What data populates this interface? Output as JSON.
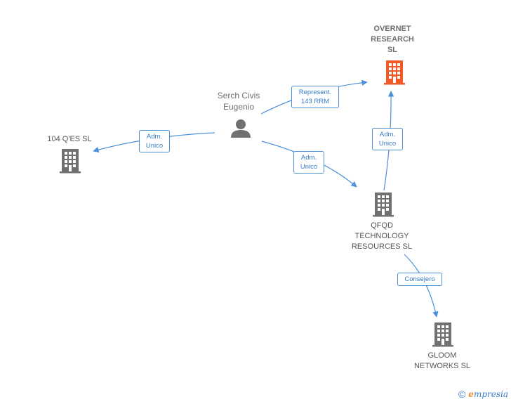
{
  "colors": {
    "edge": "#4a90d9",
    "company_icon": "#707070",
    "highlight_icon": "#f05a28",
    "person_icon": "#707070"
  },
  "nodes": {
    "overnet": {
      "label": "OVERNET\nRESEARCH\nSL",
      "icon": "building-icon",
      "highlight": true
    },
    "serch": {
      "label": "Serch Civis\nEugenio",
      "icon": "person-icon"
    },
    "q_es": {
      "label": "104 Q'ES SL",
      "icon": "building-icon"
    },
    "qfqd": {
      "label": "QFQD\nTECHNOLOGY\nRESOURCES SL",
      "icon": "building-icon"
    },
    "gloom": {
      "label": "GLOOM\nNETWORKS  SL",
      "icon": "building-icon"
    }
  },
  "edges": {
    "represent": {
      "label": "Represent.\n143 RRM"
    },
    "adm_qes": {
      "label": "Adm.\nUnico"
    },
    "adm_qfqd": {
      "label": "Adm.\nUnico"
    },
    "adm_overnet": {
      "label": "Adm.\nUnico"
    },
    "consejero": {
      "label": "Consejero"
    }
  },
  "footer": {
    "copyright_symbol": "©",
    "brand_initial": "e",
    "brand_rest": "mpresia"
  }
}
